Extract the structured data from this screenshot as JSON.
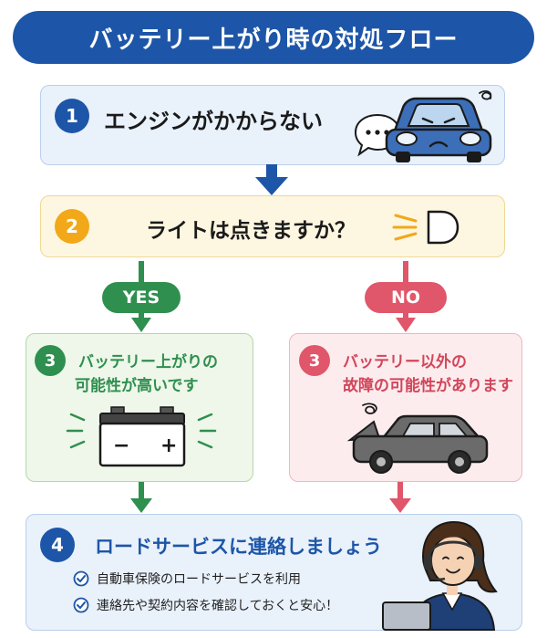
{
  "title": "バッテリー上がり時の対処フロー",
  "colors": {
    "blue": "#1d56a8",
    "yellow": "#f2a818",
    "green": "#2f8f4f",
    "red": "#e0566a"
  },
  "steps": {
    "step1": {
      "number": "1",
      "text": "エンジンがかからない",
      "bubble": "…"
    },
    "step2": {
      "number": "2",
      "text": "ライトは点きますか？"
    },
    "yes": {
      "label": "YES",
      "number": "3",
      "line1": "バッテリー上がりの",
      "line2": "可能性が高いです",
      "minus": "−",
      "plus": "+"
    },
    "no": {
      "label": "NO",
      "number": "3",
      "line1": "バッテリー以外の",
      "line2": "故障の可能性があります"
    },
    "step4": {
      "number": "4",
      "text": "ロードサービスに連絡しましょう",
      "checks": [
        "自動車保険のロードサービスを利用",
        "連絡先や契約内容を確認しておくと安心！"
      ]
    }
  }
}
